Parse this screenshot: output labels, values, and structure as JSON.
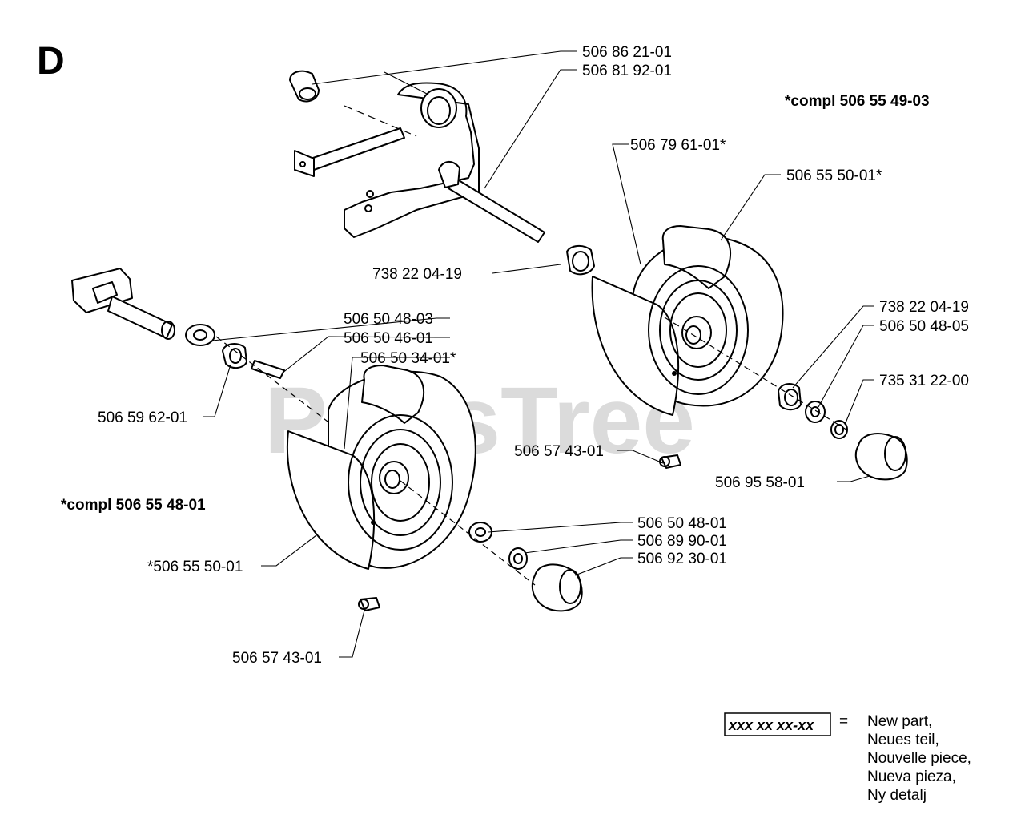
{
  "section_letter": "D",
  "watermark": "PartsTree",
  "assembly_labels": {
    "right_wheel_compl": "*compl 506 55 49-03",
    "left_wheel_compl": "*compl 506 55 48-01"
  },
  "part_labels": {
    "p1": "506 86 21-01",
    "p2": "506 81 92-01",
    "p3": "506 79 61-01*",
    "p4": "506 55 50-01*",
    "p5": "738 22 04-19",
    "p6": "738 22 04-19",
    "p7": "506 50 48-05",
    "p8": "735 31 22-00",
    "p9": "506 57 43-01",
    "p10": "506 95 58-01",
    "p11": "506 50 48-03",
    "p12": "506 50 46-01",
    "p13": "506 50 34-01*",
    "p14": "506 59 62-01",
    "p15": "506 50 48-01",
    "p16": "506 89 90-01",
    "p17": "506 92 30-01",
    "p18": "*506 55 50-01",
    "p19": "506 57 43-01"
  },
  "legend": {
    "box_text": "xxx xx xx-xx",
    "equals": "=",
    "lines": [
      "New part,",
      "Neues teil,",
      "Nouvelle piece,",
      "Nueva pieza,",
      "Ny detalj"
    ]
  }
}
